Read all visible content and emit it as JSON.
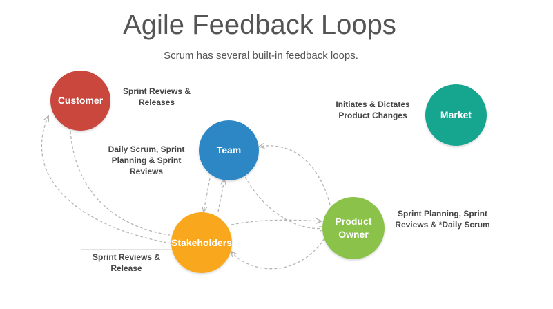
{
  "title": "Agile Feedback Loops",
  "subtitle": "Scrum has several built-in feedback loops.",
  "nodes": {
    "customer": {
      "label": "Customer",
      "color": "#C9473D"
    },
    "team": {
      "label": "Team",
      "color": "#2D87C5"
    },
    "market": {
      "label": "Market",
      "color": "#16A58F"
    },
    "stakeholders": {
      "label": "Stakeholders",
      "color": "#F9A81E"
    },
    "product_owner": {
      "line1": "Product",
      "line2": "Owner",
      "color": "#8BC34A"
    }
  },
  "labels": {
    "customer": {
      "line1": "Sprint Reviews &",
      "line2": "Releases"
    },
    "market": {
      "line1": "Initiates & Dictates",
      "line2": "Product Changes"
    },
    "team": {
      "line1": "Daily Scrum, Sprint",
      "line2": "Planning & Sprint",
      "line3": "Reviews"
    },
    "product_owner": {
      "line1": "Sprint Planning, Sprint",
      "line2": "Reviews & *Daily Scrum"
    },
    "stakeholders": {
      "line1": "Sprint Reviews &",
      "line2": "Release"
    }
  },
  "colors": {
    "arrow": "#b5b5b5",
    "text": "#444444",
    "title": "#555555"
  }
}
